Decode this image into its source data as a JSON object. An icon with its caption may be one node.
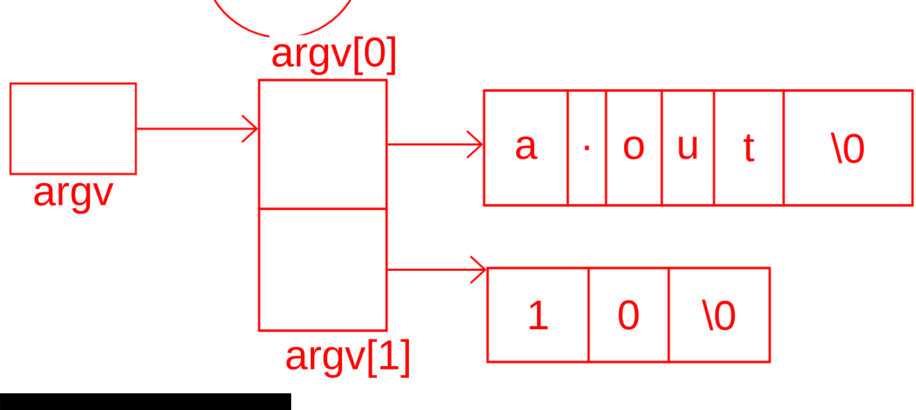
{
  "diagram": {
    "nodes": [
      {
        "text": [],
        "shape": "box",
        "beside": [
          "argv"
        ]
      },
      {
        "text": [],
        "shape": "box"
      },
      {
        "text": [],
        "shape": "box",
        "in": 1,
        "beside": [
          "argv[0]"
        ]
      },
      {
        "text": [],
        "shape": "box",
        "in": 1,
        "beside": [
          "argv[1]"
        ]
      },
      {
        "text": [],
        "shape": "box"
      },
      {
        "text": [
          "a"
        ],
        "in": 4
      },
      {
        "text": [
          "."
        ],
        "in": 4
      },
      {
        "text": [
          "o"
        ],
        "in": 4
      },
      {
        "text": [
          "u"
        ],
        "in": 4
      },
      {
        "text": [
          "t"
        ],
        "in": 4
      },
      {
        "text": [
          "\\0"
        ],
        "in": 4
      },
      {
        "text": [],
        "shape": "box"
      },
      {
        "text": [
          "1"
        ],
        "in": 11
      },
      {
        "text": [
          "0"
        ],
        "in": 11
      },
      {
        "text": [
          "\\0"
        ],
        "in": 11
      }
    ],
    "edges": [
      {
        "from": 0,
        "to": 1,
        "arrow": "to"
      },
      {
        "from": 2,
        "to": 4,
        "arrow": "to"
      },
      {
        "from": 3,
        "to": 11,
        "arrow": "to"
      }
    ]
  }
}
